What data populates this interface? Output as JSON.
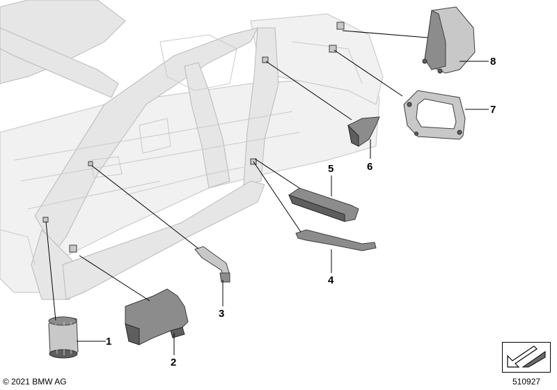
{
  "callouts": [
    "1",
    "2",
    "3",
    "4",
    "5",
    "6",
    "7",
    "8"
  ],
  "footer": {
    "copyright": "© 2021 BMW AG",
    "diagram_number": "510927"
  },
  "colors": {
    "part_gray": "#8c8c8c",
    "body_gray": "#f1f1f1",
    "outline": "#3d3d3d"
  }
}
